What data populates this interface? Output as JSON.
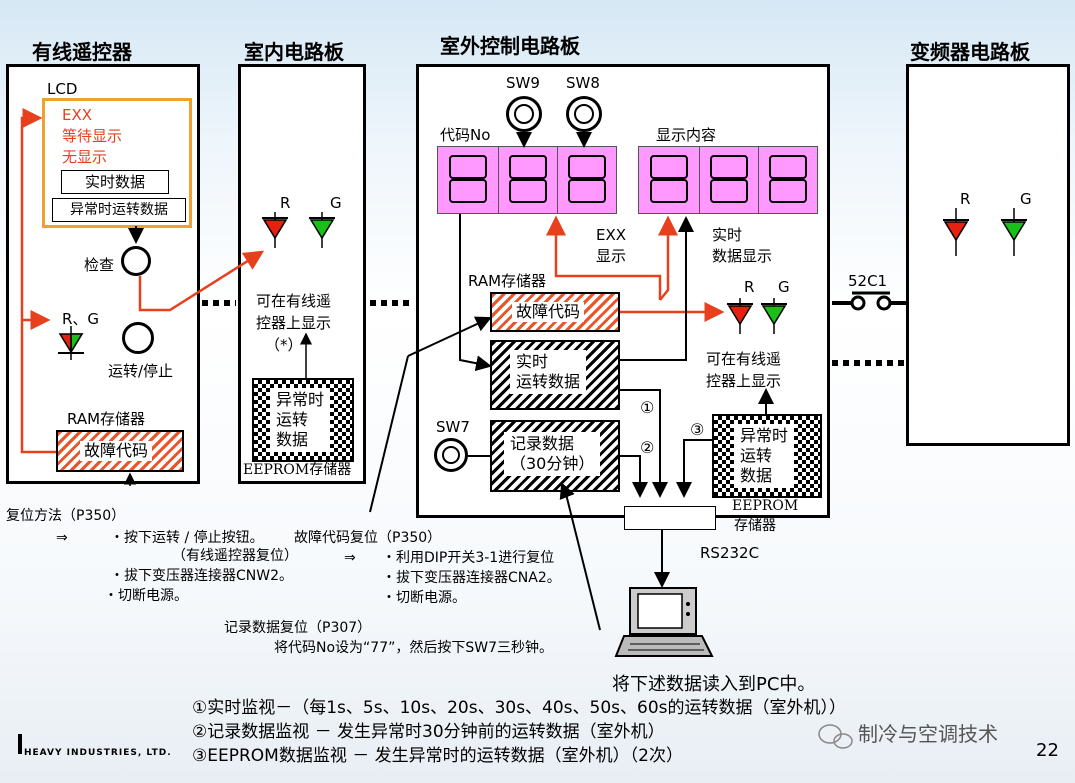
{
  "titles": {
    "remote": "有线遥控器",
    "indoor": "室内电路板",
    "outdoor": "室外控制电路板",
    "inverter": "变频器电路板"
  },
  "remote": {
    "lcd_label": "LCD",
    "lcd_lines": [
      "EXX",
      "等待显示",
      "无显示"
    ],
    "realtime_box": "实时数据",
    "abnormal_box": "异常时运转数据",
    "check_label": "检查",
    "rg_label": "R、G",
    "run_stop_label": "运转/停止",
    "ram_label": "RAM存储器",
    "fault_code_box": "故障代码"
  },
  "indoor": {
    "led_r": "R",
    "led_g": "G",
    "display_note": [
      "可在有线遥",
      "控器上显示",
      "（*）"
    ],
    "abnormal_box": [
      "异常时",
      "运转",
      "数据"
    ],
    "eeprom_label": "EEPROM存储器"
  },
  "outdoor": {
    "sw9": "SW9",
    "sw8": "SW8",
    "code_no_label": "代码No",
    "display_content_label": "显示内容",
    "exx_label": [
      "EXX",
      "显示"
    ],
    "realtime_display_label": [
      "实时",
      "数据显示"
    ],
    "ram_label": "RAM存储器",
    "fault_code_box": "故障代码",
    "led_r": "R",
    "led_g": "G",
    "realtime_box": [
      "实时",
      "运转数据"
    ],
    "display_note": [
      "可在有线遥",
      "控器上显示"
    ],
    "sw7": "SW7",
    "record_box": [
      "记录数据",
      "（30分钟）"
    ],
    "abnormal_box": [
      "异常时",
      "运转",
      "数据"
    ],
    "eeprom_label": [
      "EEPROM",
      "存储器"
    ],
    "num1": "①",
    "num2": "②",
    "num3": "③"
  },
  "inverter": {
    "led_r": "R",
    "led_g": "G",
    "relay_label": "52C1"
  },
  "rs232c": "RS232C",
  "notes": {
    "reset_title": "复位方法（P350）",
    "arrow": "⇒",
    "reset_lines": [
      "・按下运转 / 停止按钮。",
      "（有线遥控器复位）",
      "・拔下变压器连接器CNW2。",
      "・切断电源。"
    ],
    "fault_reset_title": "故障代码复位（P350）",
    "fault_reset_lines": [
      "・利用DIP开关3-1进行复位",
      "・拔下变压器连接器CNA2。",
      "・切断电源。"
    ],
    "record_reset_title": "记录数据复位（P307）",
    "record_reset_line": "将代码No设为“77”，然后按下SW7三秒钟。"
  },
  "footer": {
    "pc_read": "将下述数据读入到PC中。",
    "items": [
      "①实时监视－（每1s、5s、10s、20s、30s、40s、50s、60s的运转数据（室外机））",
      "②记录数据监视 － 发生异常时30分钟前的运转数据（室外机）",
      "③EEPROM数据监视 － 发生异常时的运转数据（室外机）（2次）"
    ],
    "brand": "HEAVY INDUSTRIES, LTD.",
    "watermark": "制冷与空调技术",
    "page_number": "22"
  },
  "colors": {
    "accent_red": "#e8401c",
    "lcd_text": "#e8401c",
    "lcd_border": "#f0a030",
    "segment_bg": "#ff99ff",
    "led_red": "#e82010",
    "led_green": "#18c018"
  }
}
